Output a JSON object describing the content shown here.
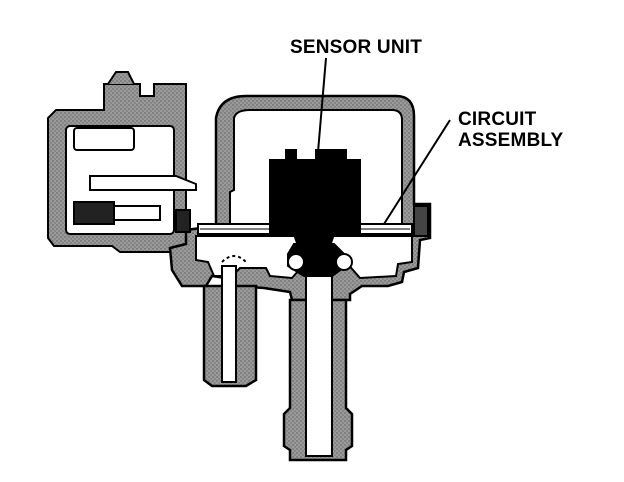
{
  "diagram": {
    "labels": {
      "sensor_unit": "SENSOR UNIT",
      "circuit_line1": "CIRCUIT",
      "circuit_line2": "ASSEMBLY"
    },
    "colors": {
      "ink": "#000000",
      "housing_fill": "#8c8c8c",
      "paper": "#ffffff"
    }
  }
}
